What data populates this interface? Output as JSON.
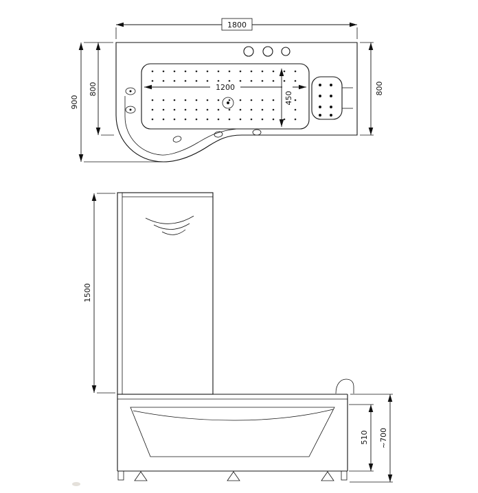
{
  "drawing": {
    "title": "bathtub technical drawing",
    "top_view": {
      "overall_length": "1800",
      "width_total": "900",
      "width_left": "800",
      "width_right": "800",
      "basin_length": "1200",
      "basin_width": "450"
    },
    "front_view": {
      "screen_height": "1500",
      "apron_height": "510",
      "total_height": "~700"
    }
  }
}
